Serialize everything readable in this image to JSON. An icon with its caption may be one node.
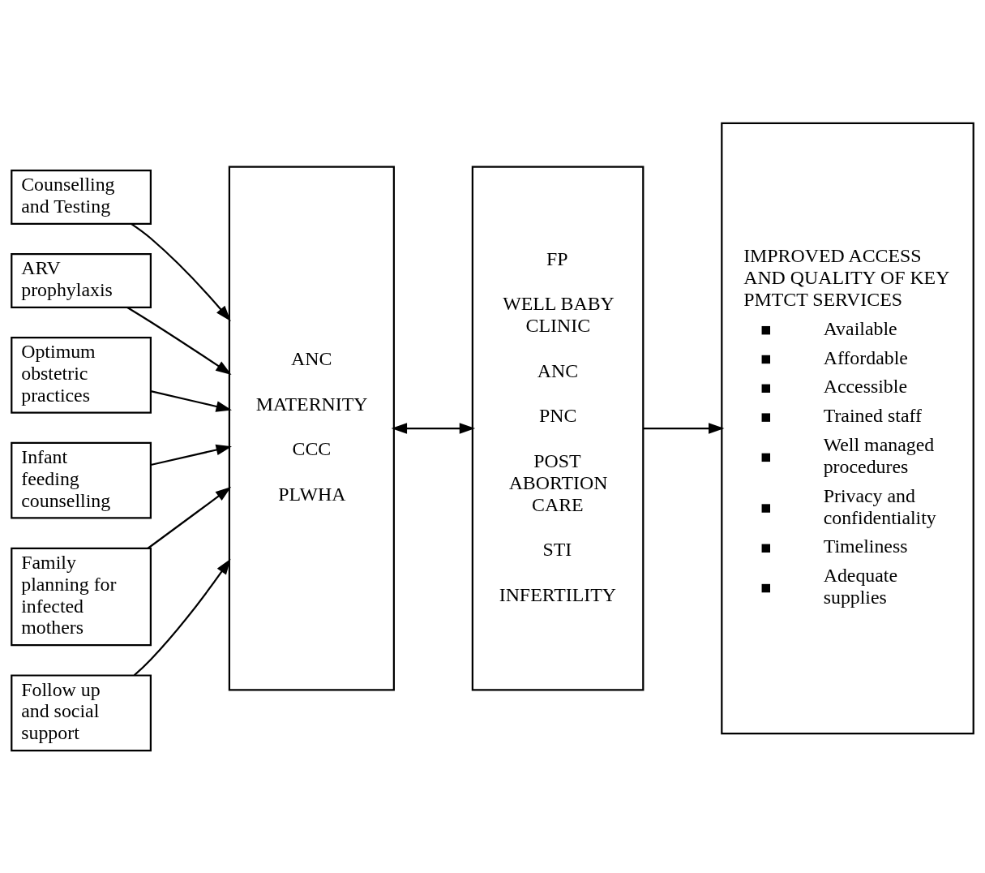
{
  "diagram": {
    "nodes": [
      {
        "text": [
          "Counselling and Testing"
        ]
      },
      {
        "text": [
          "ARV prophylaxis"
        ]
      },
      {
        "text": [
          "Optimum obstetric practices"
        ]
      },
      {
        "text": [
          "Infant feeding counselling"
        ]
      },
      {
        "text": [
          "Family planning for infected mothers"
        ]
      },
      {
        "text": [
          "Follow up and social support"
        ]
      },
      {
        "text": [
          "ANC",
          "MATERNITY",
          "CCC",
          "PLWHA"
        ]
      },
      {
        "text": [
          "FP",
          "WELL BABY CLINIC",
          "ANC",
          "PNC",
          "POST ABORTION CARE",
          "STI",
          "INFERTILITY"
        ]
      },
      {
        "text": [
          "IMPROVED ACCESS AND QUALITY OF KEY PMTCT SERVICES",
          "Available",
          "Affordable",
          "Accessible",
          "Trained staff",
          "Well managed procedures",
          "Privacy and confidentiality",
          "Timeliness",
          "Adequate supplies"
        ]
      }
    ],
    "edges": [
      {
        "from": 0,
        "to": 6,
        "arrow": "to"
      },
      {
        "from": 1,
        "to": 6,
        "arrow": "to"
      },
      {
        "from": 2,
        "to": 6,
        "arrow": "to"
      },
      {
        "from": 3,
        "to": 6,
        "arrow": "to"
      },
      {
        "from": 4,
        "to": 6,
        "arrow": "to"
      },
      {
        "from": 5,
        "to": 6,
        "arrow": "to"
      },
      {
        "from": 6,
        "to": 7,
        "arrow": "both"
      },
      {
        "from": 7,
        "to": 8,
        "arrow": "to"
      }
    ]
  }
}
